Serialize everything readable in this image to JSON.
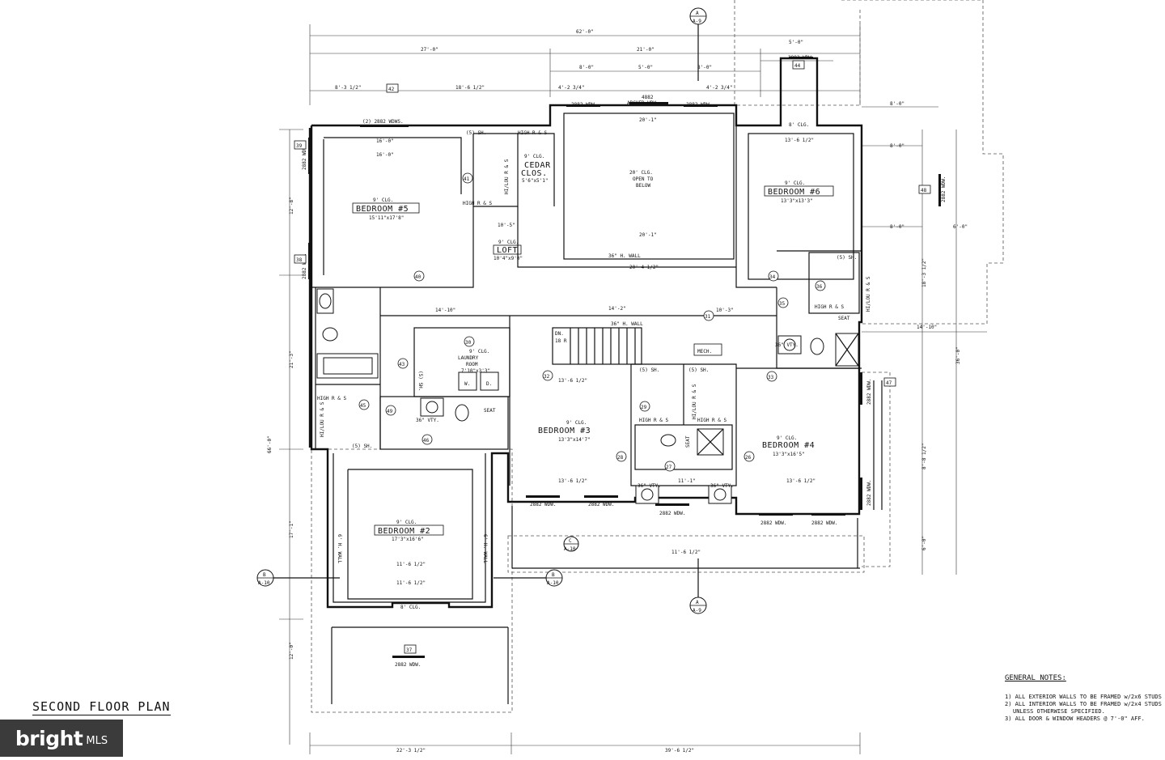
{
  "plan_title": "SECOND FLOOR PLAN",
  "general_notes": {
    "title": "GENERAL NOTES:",
    "items": [
      "1)  ALL EXTERIOR WALLS TO BE FRAMED w/2x6 STUDS",
      "2) ALL INTERIOR WALLS TO BE FRAMED w/2x4 STUDS",
      "UNLESS OTHERWISE SPECIFIED.",
      "3) ALL DOOR & WINDOW HEADERS @ 7'-0\" AFF."
    ]
  },
  "logo": {
    "brand": "bright",
    "suffix": "MLS"
  },
  "rooms": {
    "bedroom5": {
      "ceiling": "9' CLG.",
      "name": "BEDROOM #5",
      "size": "15'11\"x17'8\""
    },
    "bedroom6": {
      "ceiling": "9' CLG.",
      "name": "BEDROOM #6",
      "size": "13'3\"x13'3\""
    },
    "bedroom3": {
      "ceiling": "9' CLG.",
      "name": "BEDROOM #3",
      "size": "13'3\"x14'7\""
    },
    "bedroom4": {
      "ceiling": "9' CLG.",
      "name": "BEDROOM #4",
      "size": "13'3\"x16'5\""
    },
    "bedroom2": {
      "ceiling": "9' CLG.",
      "name": "BEDROOM #2",
      "size": "17'3\"x16'6\""
    },
    "open": {
      "ceiling": "20' CLG.",
      "line1": "OPEN TO",
      "line2": "BELOW"
    },
    "loft": {
      "ceiling": "9' CLG.",
      "name": "LOFT",
      "size": "10'4\"x9'0\""
    },
    "laundry": {
      "ceiling": "9' CLG.",
      "line1": "LAUNDRY",
      "line2": "ROOM",
      "size": "7'10\"x3'3\""
    },
    "cedar": {
      "ceiling": "9' CLG.",
      "line1": "CEDAR",
      "line2": "CLOS.",
      "size": "5'6\"x5'1\""
    },
    "mech": {
      "name": "MECH."
    }
  },
  "labels": {
    "h_wall_36": "36\" H. WALL",
    "h_wall_6": "6' H. WALL",
    "dn": "DN.",
    "risers": "18 R",
    "clg8_top": "8' CLG.",
    "clg8_bottom": "8' CLG.",
    "high_r_s": "HIGH R & S",
    "hi_lou": "HI/LOU R & S",
    "sh5": "(5) SH.",
    "vty36": "36\" VTY.",
    "seat": "SEAT",
    "washer": "W.",
    "dryer": "D.",
    "val_20_1": "20'-1\"",
    "val_20_4": "20'-4 1/2\"",
    "val_16_0": "16'-0\"",
    "val_14_2": "14'-2\"",
    "val_14_10": "14'-10\"",
    "val_13_6": "13'-6 1/2\"",
    "val_11_6": "11'-6 1/2\"",
    "val_11_1": "11'-1\"",
    "val_10_5": "10'-5\"",
    "val_10_3": "10'-3\""
  },
  "windows": {
    "w2882_double": "(2) 2882 WDWS.",
    "w2882": "2882 WDW.",
    "w4882": "4882",
    "arched": "ARCHED WDW.",
    "w2882_alt": "2882 WDW."
  },
  "dims": {
    "overall_top": "62'-0\"",
    "top_27": "27'-0\"",
    "top_21": "21'-0\"",
    "top_8": "8'-0\"",
    "top_5": "5'-0\"",
    "top_8_3": "8'-3 1/2\"",
    "top_18_6": "18'-6 1/2\"",
    "top_4_2": "4'-2 3/4\"",
    "bottom_22": "22'-3 1/2\"",
    "bottom_39": "39'-6 1/2\"",
    "left_66": "66'-0\"",
    "left_21": "21'-3\"",
    "left_17_1": "17'-1\"",
    "left_12_8": "12'-8\"",
    "left_12_0": "12'-0\"",
    "right_36": "36'-0\"",
    "right_18": "18'-3 1/2\"",
    "right_8_8": "8'-8 1/2\"",
    "right_6": "6'-0\"",
    "right_8_0": "8'-0\"",
    "right_6_0b": "6'-0\"",
    "right_14": "14'-10\""
  },
  "section_marks": {
    "top": {
      "letter": "A",
      "sheet": "A-9"
    },
    "bottom": {
      "letter": "A",
      "sheet": "A-9"
    },
    "left": {
      "letter": "B",
      "sheet": "A-10"
    },
    "mid": {
      "letter": "B",
      "sheet": "A-10"
    },
    "c": {
      "letter": "C",
      "sheet": "A-10"
    }
  },
  "tags": [
    "39",
    "38",
    "40",
    "41",
    "42",
    "43",
    "44",
    "45",
    "46",
    "47",
    "48",
    "49",
    "34",
    "35",
    "36",
    "30",
    "31",
    "32",
    "33",
    "29",
    "28",
    "27",
    "26",
    "37"
  ]
}
